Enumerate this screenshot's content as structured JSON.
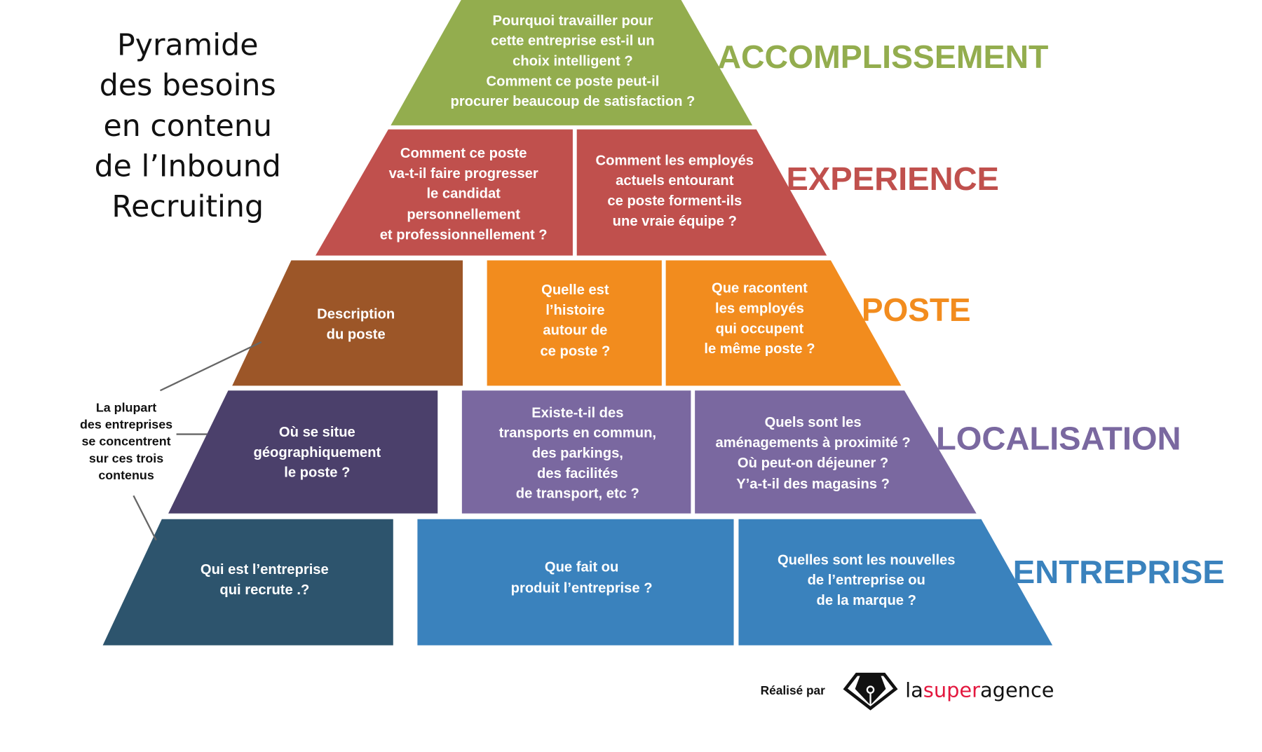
{
  "title": [
    "Pyramide",
    "des besoins",
    "en contenu",
    "de l’Inbound",
    "Recruiting"
  ],
  "note": [
    "La plupart",
    "des entreprises",
    "se concentrent",
    "sur ces trois",
    "contenus"
  ],
  "tiers": [
    {
      "label": "ACCOMPLISSEMENT",
      "color": "#93ad4e",
      "cells": [
        {
          "color": "#93ad4e",
          "lines": [
            "Pourquoi travailler pour",
            "cette entreprise est-il un",
            "choix intelligent ?",
            "Comment ce poste peut-il",
            "procurer beaucoup de satisfaction ?"
          ]
        }
      ]
    },
    {
      "label": "EXPERIENCE",
      "color": "#c0504d",
      "cells": [
        {
          "color": "#c0504d",
          "lines": [
            "Comment ce poste",
            "va-t-il faire progresser",
            "le candidat",
            "personnellement",
            "et professionnellement ?"
          ]
        },
        {
          "color": "#c0504d",
          "lines": [
            "Comment les employés",
            "actuels entourant",
            "ce poste forment-ils",
            "une vraie équipe ?"
          ]
        }
      ]
    },
    {
      "label": "POSTE",
      "color": "#f28c1e",
      "cells": [
        {
          "color": "#9c5628",
          "lines": [
            "Description",
            "du poste"
          ]
        },
        {
          "color": "#f28c1e",
          "lines": [
            "Quelle est",
            "l’histoire",
            "autour de",
            "ce poste ?"
          ]
        },
        {
          "color": "#f28c1e",
          "lines": [
            "Que racontent",
            "les employés",
            "qui occupent",
            "le même poste ?"
          ]
        }
      ]
    },
    {
      "label": "LOCALISATION",
      "color": "#7a68a0",
      "cells": [
        {
          "color": "#4b406b",
          "lines": [
            "Où se situe",
            "géographiquement",
            "le poste ?"
          ]
        },
        {
          "color": "#7a68a0",
          "lines": [
            "Existe-t-il des",
            "transports en commun,",
            "des parkings,",
            "des facilités",
            "de transport, etc ?"
          ]
        },
        {
          "color": "#7a68a0",
          "lines": [
            "Quels sont les",
            "aménagements à proximité ?",
            "Où peut-on déjeuner  ?",
            "Y’a-t-il des magasins ?"
          ]
        }
      ]
    },
    {
      "label": "ENTREPRISE",
      "color": "#3a82bd",
      "cells": [
        {
          "color": "#2d546d",
          "lines": [
            "Qui est l’entreprise",
            "qui recrute .?"
          ]
        },
        {
          "color": "#3a82bd",
          "lines": [
            "Que fait ou",
            "produit l’entreprise ?"
          ]
        },
        {
          "color": "#3a82bd",
          "lines": [
            "Quelles sont les nouvelles",
            "de l’entreprise ou",
            "de la marque ?"
          ]
        }
      ]
    }
  ],
  "footer": {
    "made_by": "Réalisé par",
    "brand_parts": [
      "la",
      "super",
      "agence"
    ],
    "brand_colors": [
      "#111111",
      "#e3173e",
      "#111111"
    ]
  }
}
